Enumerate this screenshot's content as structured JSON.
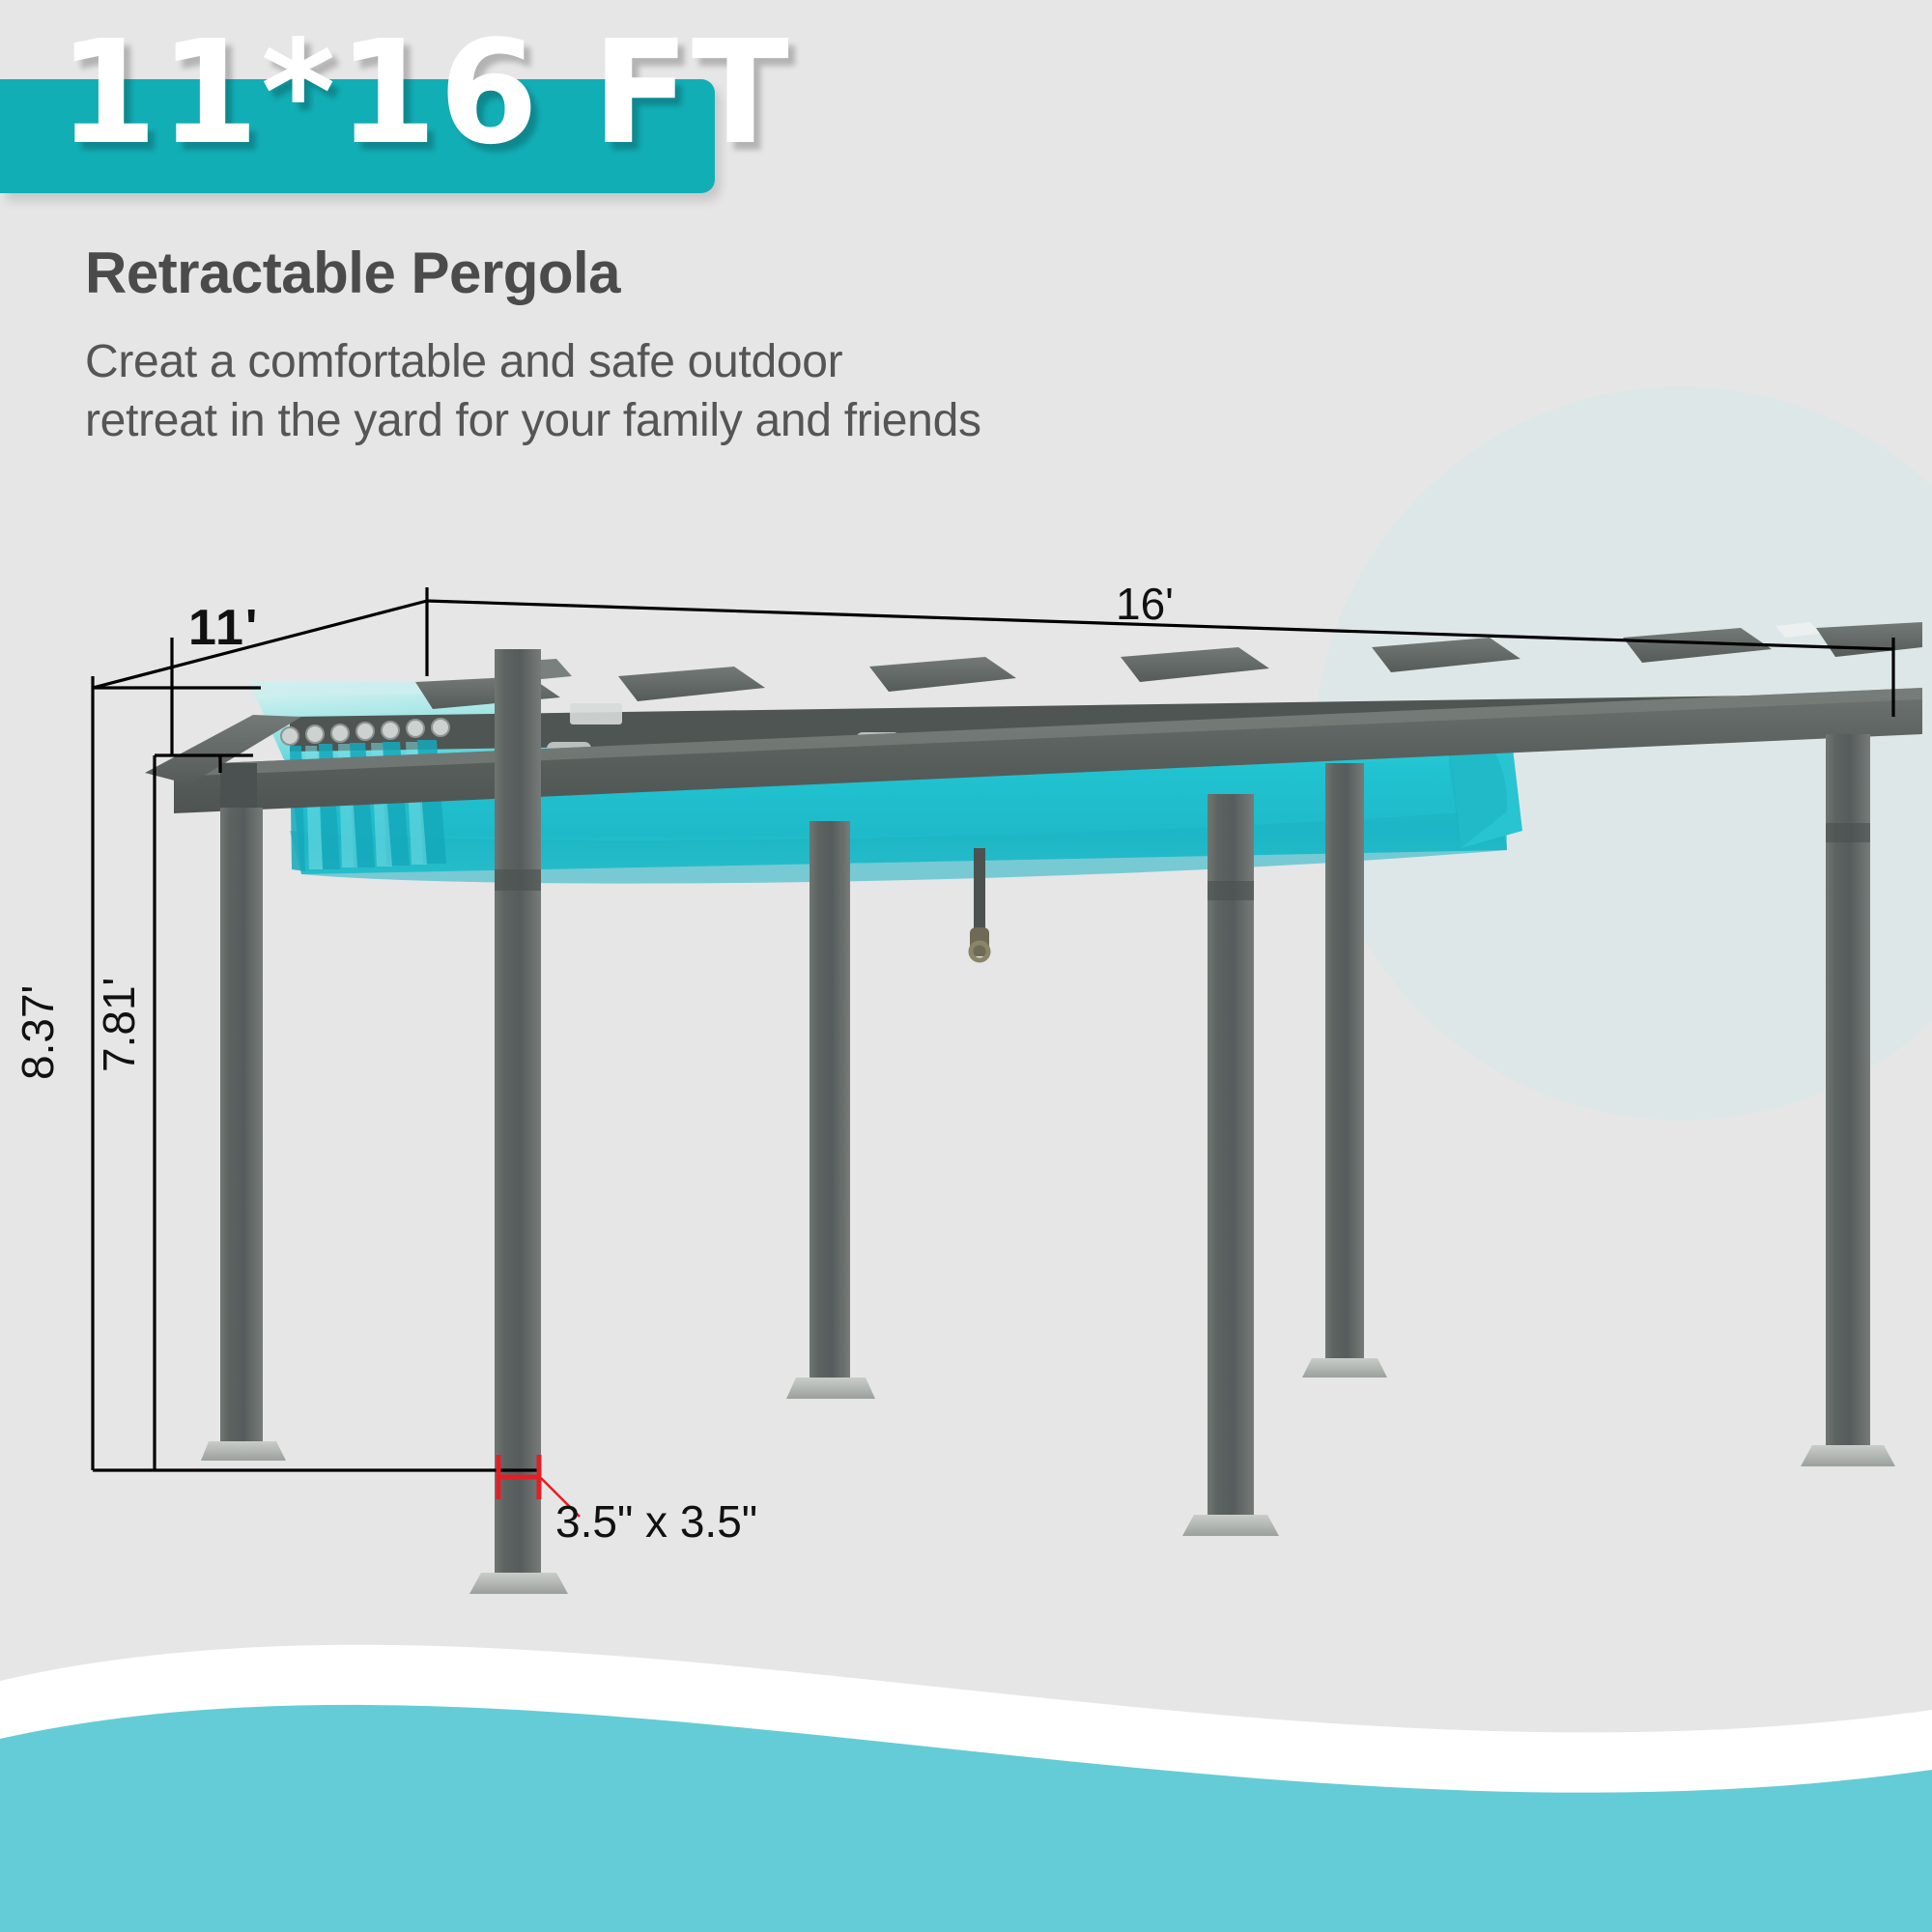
{
  "header": {
    "badge_text": "11*16 FT",
    "title": "Retractable Pergola",
    "subtitle": "Creat a comfortable and safe outdoor\nretreat in the yard for your family and friends"
  },
  "dimensions": {
    "depth": "11'",
    "width": "16'",
    "overall_height": "8.37'",
    "clearance_height": "7.81'",
    "post_size": "3.5\" x 3.5\""
  },
  "colors": {
    "accent_teal": "#12aeb6",
    "bottom_band_teal": "#64ccd6",
    "background_gray": "#e6e6e6",
    "circle_gray_blue": "#dbe7e8",
    "frame_dark_gray": "#5a6060",
    "canopy_turquoise": "#25c6d4",
    "heading_gray": "#4b4b4b",
    "callout_red": "#e31f26"
  },
  "product": {
    "frame_label": "aluminum-pergola-frame",
    "canopy_label": "retractable-turquoise-canopy",
    "post_count": 6
  }
}
